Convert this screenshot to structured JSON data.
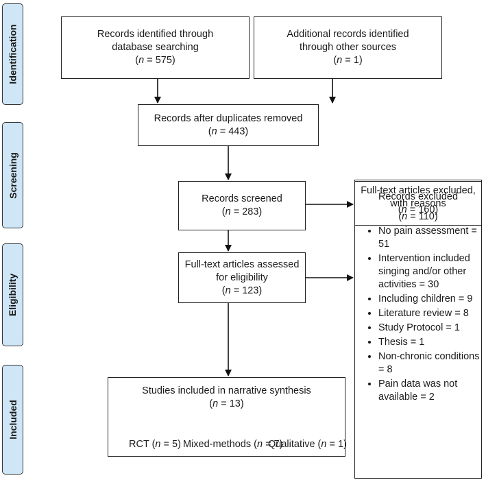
{
  "phases": {
    "identification": "Identification",
    "screening": "Screening",
    "eligibility": "Eligibility",
    "included": "Included"
  },
  "boxes": {
    "database": {
      "line1": "Records identified through",
      "line2": "database searching",
      "n": "575"
    },
    "other": {
      "line1": "Additional records identified",
      "line2": "through other sources",
      "n": "1"
    },
    "duplicates": {
      "line1": "Records after duplicates removed",
      "n": "443"
    },
    "screened": {
      "line1": "Records screened",
      "n": "283"
    },
    "excluded": {
      "line1": "Records excluded",
      "n": "160"
    },
    "fulltext": {
      "line1": "Full-text articles assessed",
      "line2": "for eligibility",
      "n": "123"
    },
    "fulltext_excluded": {
      "line1": "Full-text articles excluded,",
      "line2": "with reasons",
      "n": "110",
      "reasons": [
        "No pain assessment = 51",
        "Intervention included singing and/or other activities = 30",
        "Including children = 9",
        "Literature review = 8",
        "Study Protocol = 1",
        "Thesis = 1",
        "Non-chronic conditions = 8",
        "Pain data was not available = 2"
      ]
    },
    "included": {
      "line1": "Studies included in narrative synthesis",
      "n": "13",
      "rct": {
        "label": "RCT",
        "n": "5"
      },
      "mixed": {
        "label": "Mixed-methods",
        "n": "7"
      },
      "qualitative": {
        "label": "Qualitative",
        "n": "1"
      }
    }
  },
  "n_symbol": "n",
  "colors": {
    "phase_fill": "#cfe6f7",
    "line": "#222222"
  }
}
